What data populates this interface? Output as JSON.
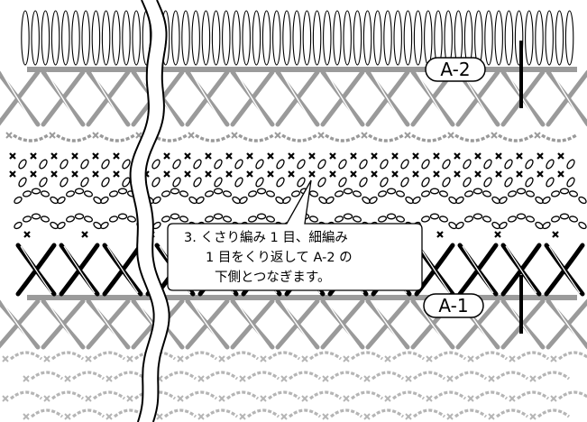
{
  "diagram": {
    "labels": {
      "a2": "A-2",
      "a1": "A-1"
    },
    "callout": {
      "line1": "3. くさり編み 1 目、細編み",
      "line2": "1 目をくり返して A-2 の",
      "line3": "下側とつなぎます。"
    },
    "colors": {
      "line": "#000000",
      "gray_stitch": "#9a9a9a",
      "gray_stitch_light": "#b5b5b5",
      "guide_bar": "#9b9b9b",
      "background": "#ffffff"
    }
  }
}
